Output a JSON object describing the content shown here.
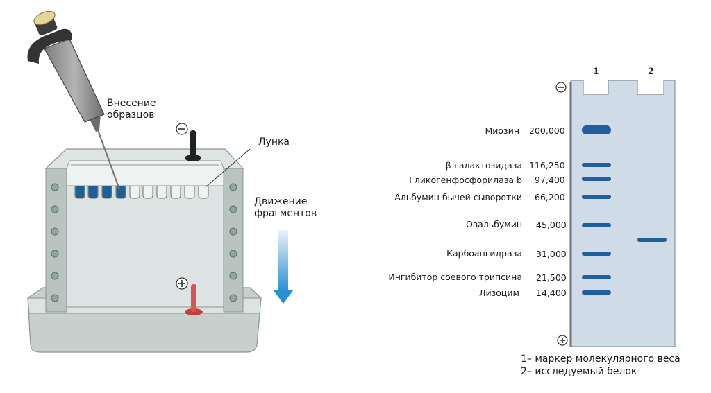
{
  "apparatus": {
    "sample_loading": "Внесение\nобразцов",
    "well": "Лунка",
    "migration": "Движение\nфрагментов"
  },
  "gel": {
    "lanes": [
      "1",
      "2"
    ],
    "markers": [
      {
        "name": "Миозин",
        "mw": "200,000"
      },
      {
        "name": "β-галактозидаза",
        "mw": "116,250"
      },
      {
        "name": "Гликогенфосфорилаза b",
        "mw": "97,400"
      },
      {
        "name": "Альбумин бычей сыворотки",
        "mw": "66,200"
      },
      {
        "name": "Овальбумин",
        "mw": "45,000"
      },
      {
        "name": "Карбоангидраза",
        "mw": "31,000"
      },
      {
        "name": "Ингибитор соевого трипсина",
        "mw": "21,500"
      },
      {
        "name": "Лизоцим",
        "mw": "14,400"
      }
    ],
    "legend": [
      "1– маркер молекулярного веса",
      "2– исследуемый белок"
    ]
  },
  "colors": {
    "gel": "#cfdbe6",
    "band": "#1f5fa0",
    "sample": "#1f5f96",
    "arrow": "#2a8fd0",
    "anode_post": "#d9534f",
    "tank": "#cfd6d3"
  }
}
